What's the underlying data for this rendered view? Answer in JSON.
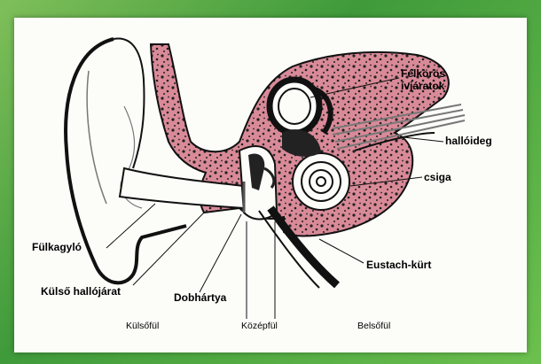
{
  "labels": {
    "semicircular": "Félkörös\nívjáratok",
    "nerve": "hallóideg",
    "cochlea": "csiga",
    "pinna": "Fülkagyló",
    "canal": "Külső hallójárat",
    "eardrum": "Dobhártya",
    "eustachian": "Eustach-kürt"
  },
  "regions": {
    "outer": "Külsőfül",
    "middle": "Középfül",
    "inner": "Belsőfül"
  },
  "colors": {
    "bone": "#d98a98",
    "outline": "#111111",
    "frame": "#4aa63d"
  }
}
